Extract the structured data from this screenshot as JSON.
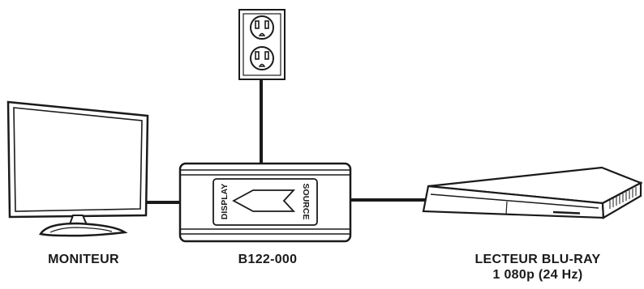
{
  "labels": {
    "monitor": "MONITEUR",
    "device": "B122-000",
    "player_line1": "LECTEUR BLU-RAY",
    "player_line2": "1 080p (24 Hz)"
  },
  "device_panel": {
    "left_text": "DISPLAY",
    "right_text": "SOURCE"
  },
  "colors": {
    "stroke": "#1a1a1a",
    "fill": "#ffffff"
  }
}
